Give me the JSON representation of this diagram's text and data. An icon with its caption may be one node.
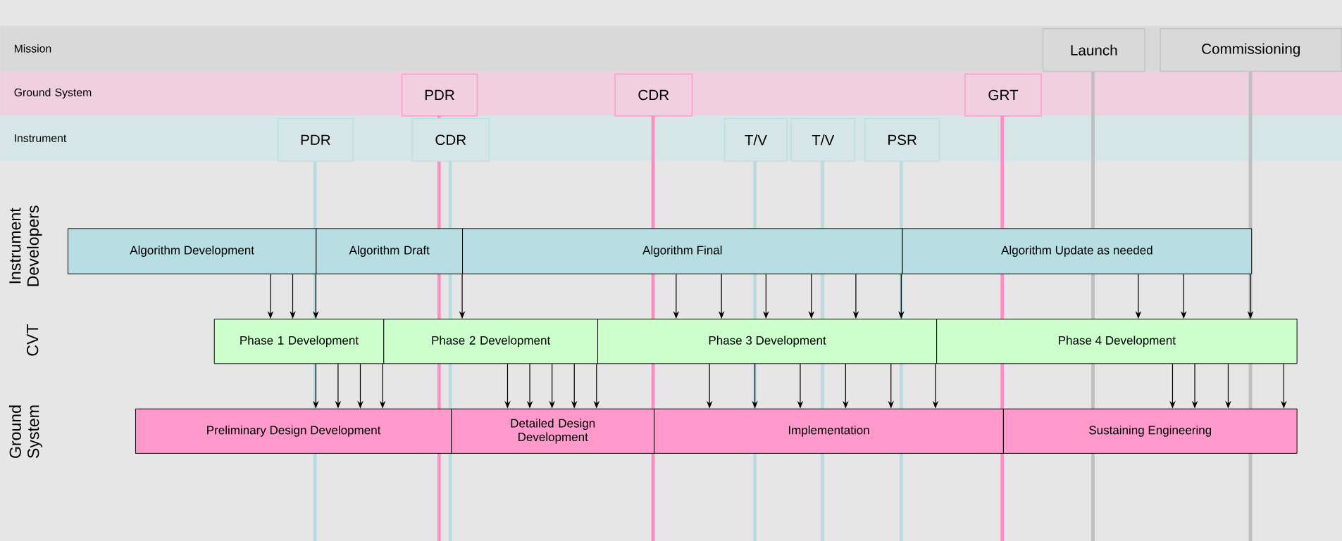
{
  "diagram": {
    "nodes": [
      {
        "text": [
          "Mission"
        ]
      },
      {
        "text": [
          "Launch"
        ],
        "in": 0
      },
      {
        "text": [
          "Commissioning"
        ],
        "in": 0
      },
      {
        "text": [
          "Ground System"
        ]
      },
      {
        "text": [
          "PDR"
        ],
        "in": 3
      },
      {
        "text": [
          "CDR"
        ],
        "in": 3
      },
      {
        "text": [
          "GRT"
        ],
        "in": 3
      },
      {
        "text": [
          "Instrument"
        ]
      },
      {
        "text": [
          "PDR"
        ],
        "in": 7
      },
      {
        "text": [
          "CDR"
        ],
        "in": 7
      },
      {
        "text": [
          "T/V"
        ],
        "in": 7
      },
      {
        "text": [
          "T/V"
        ],
        "in": 7
      },
      {
        "text": [
          "PSR"
        ],
        "in": 7
      },
      {
        "text": [
          "Algorithm Development"
        ]
      },
      {
        "text": [
          "Algorithm Draft"
        ]
      },
      {
        "text": [
          "Algorithm Final"
        ]
      },
      {
        "text": [
          "Algorithm Update as needed"
        ]
      },
      {
        "text": [
          "Phase 1 Development"
        ]
      },
      {
        "text": [
          "Phase 2 Development"
        ]
      },
      {
        "text": [
          "Phase 3 Development"
        ]
      },
      {
        "text": [
          "Phase 4 Development"
        ]
      },
      {
        "text": [
          "Preliminary Design Development"
        ]
      },
      {
        "text": [
          "Detailed Design Development"
        ]
      },
      {
        "text": [
          "Implementation"
        ]
      },
      {
        "text": [
          "Sustaining Engineering"
        ]
      }
    ],
    "edges": [
      {
        "from": 13,
        "to": 17,
        "arrow": "to"
      },
      {
        "from": 13,
        "to": 17,
        "arrow": "to"
      },
      {
        "from": 13,
        "to": 17,
        "arrow": "to"
      },
      {
        "from": 14,
        "to": 18,
        "arrow": "to"
      },
      {
        "from": 15,
        "to": 19,
        "arrow": "to"
      },
      {
        "from": 15,
        "to": 19,
        "arrow": "to"
      },
      {
        "from": 15,
        "to": 19,
        "arrow": "to"
      },
      {
        "from": 15,
        "to": 19,
        "arrow": "to"
      },
      {
        "from": 15,
        "to": 19,
        "arrow": "to"
      },
      {
        "from": 15,
        "to": 19,
        "arrow": "to"
      },
      {
        "from": 16,
        "to": 20,
        "arrow": "to"
      },
      {
        "from": 16,
        "to": 20,
        "arrow": "to"
      },
      {
        "from": 16,
        "to": 20,
        "arrow": "to"
      },
      {
        "from": 17,
        "to": 21,
        "arrow": "to"
      },
      {
        "from": 17,
        "to": 21,
        "arrow": "to"
      },
      {
        "from": 17,
        "to": 21,
        "arrow": "to"
      },
      {
        "from": 17,
        "to": 21,
        "arrow": "to"
      },
      {
        "from": 18,
        "to": 22,
        "arrow": "to"
      },
      {
        "from": 18,
        "to": 22,
        "arrow": "to"
      },
      {
        "from": 18,
        "to": 22,
        "arrow": "to"
      },
      {
        "from": 18,
        "to": 22,
        "arrow": "to"
      },
      {
        "from": 18,
        "to": 22,
        "arrow": "to"
      },
      {
        "from": 19,
        "to": 23,
        "arrow": "to"
      },
      {
        "from": 19,
        "to": 23,
        "arrow": "to"
      },
      {
        "from": 19,
        "to": 23,
        "arrow": "to"
      },
      {
        "from": 19,
        "to": 23,
        "arrow": "to"
      },
      {
        "from": 19,
        "to": 23,
        "arrow": "to"
      },
      {
        "from": 19,
        "to": 23,
        "arrow": "to"
      },
      {
        "from": 20,
        "to": 24,
        "arrow": "to"
      },
      {
        "from": 20,
        "to": 24,
        "arrow": "to"
      },
      {
        "from": 20,
        "to": 24,
        "arrow": "to"
      },
      {
        "from": 20,
        "to": 24,
        "arrow": "to"
      }
    ],
    "labels": [
      "Instrument Developers",
      "CVT",
      "Ground System"
    ]
  }
}
